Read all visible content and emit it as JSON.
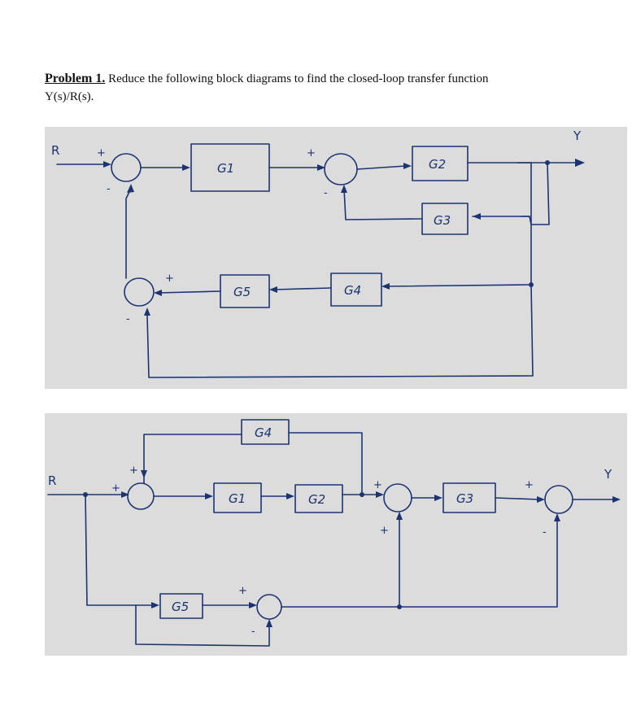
{
  "problem": {
    "label": "Problem 1.",
    "text": " Reduce the following block diagrams to find the closed-loop transfer function",
    "line2": "Y(s)/R(s)."
  },
  "diagram1": {
    "input": "R",
    "output": "Y",
    "blocks": {
      "g1": "G1",
      "g2": "G2",
      "g3": "G3",
      "g4": "G4",
      "g5": "G5"
    },
    "signs": {
      "plus": "+",
      "minus": "-"
    }
  },
  "diagram2": {
    "input": "R",
    "output": "Y",
    "blocks": {
      "g1": "G1",
      "g2": "G2",
      "g3": "G3",
      "g4": "G4",
      "g5": "G5"
    },
    "signs": {
      "plus": "+",
      "minus": "-"
    }
  }
}
